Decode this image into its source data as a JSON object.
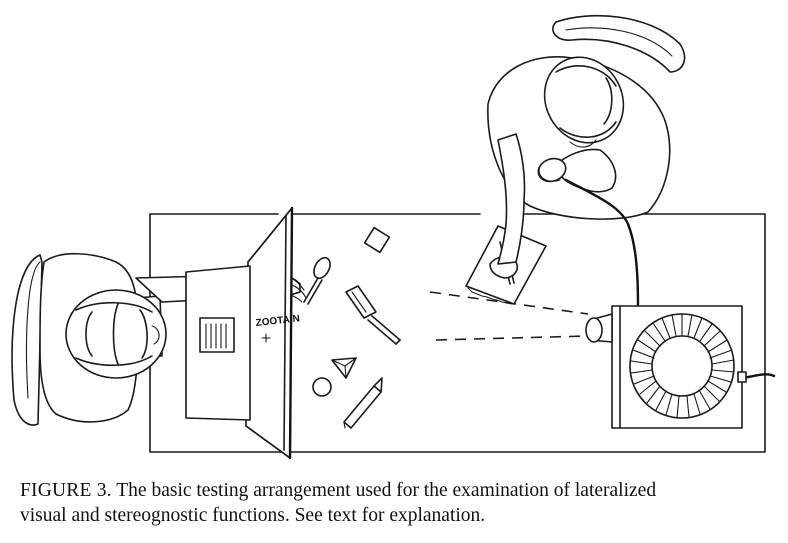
{
  "figure": {
    "caption_label": "FIGURE 3.",
    "caption_line1": " The basic testing arrangement used for the examination of lateralized",
    "caption_line2": "visual and stereognostic functions. See text for explanation.",
    "screen_stimulus_text": "ZOOTAIN"
  }
}
